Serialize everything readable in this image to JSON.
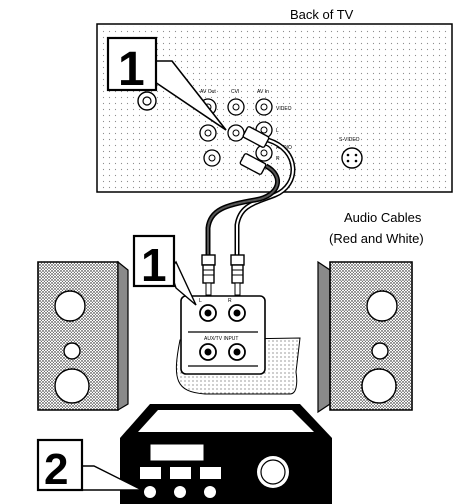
{
  "diagram": {
    "tv_label": "Back of TV",
    "cables_label_line1": "Audio Cables",
    "cables_label_line2": "(Red and White)",
    "step_top": "1",
    "step_middle": "1",
    "step_bottom": "2"
  },
  "tv_panel": {
    "av_out": "AV Out",
    "cvi": "CVI",
    "av_in": "AV In",
    "video": "VIDEO",
    "l": "L",
    "audio": "AUDIO",
    "r": "R",
    "svideo": "S-VIDEO"
  },
  "receiver_panel": {
    "aux_input": "AUX/TV INPUT",
    "l": "L",
    "r": "R"
  },
  "colors": {
    "ink": "#000000",
    "paper": "#ffffff",
    "speaker_side": "#8a8a8a"
  }
}
